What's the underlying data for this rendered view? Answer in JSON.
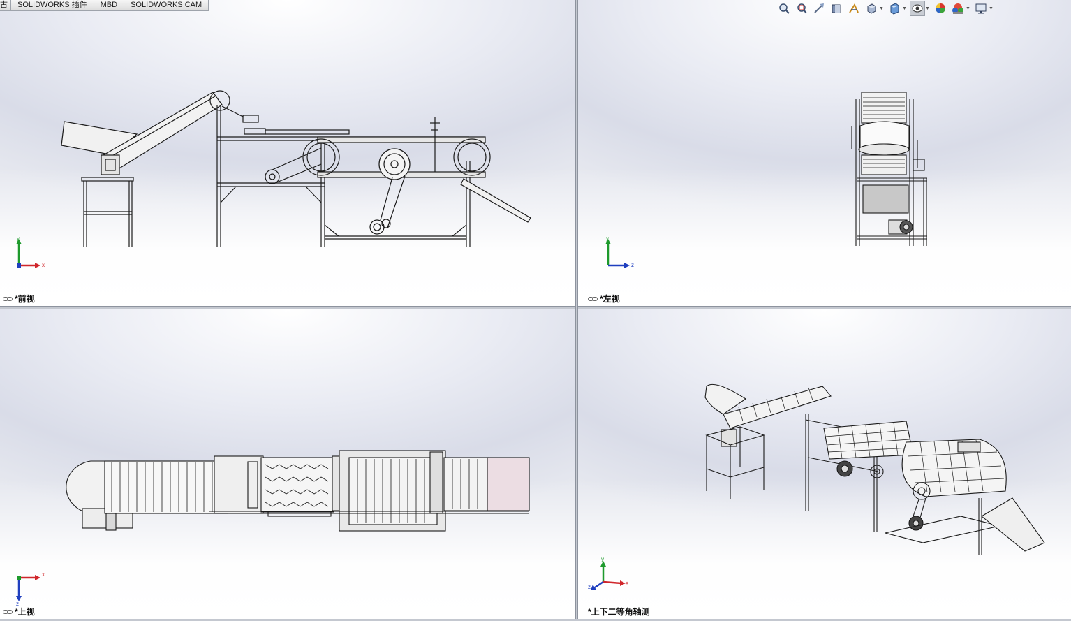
{
  "command_tabs": [
    {
      "label": "古"
    },
    {
      "label": "SOLIDWORKS 插件"
    },
    {
      "label": "MBD"
    },
    {
      "label": "SOLIDWORKS CAM"
    }
  ],
  "heads_up_toolbar": {
    "icons": [
      "zoom-to-fit-icon",
      "zoom-to-area-icon",
      "previous-view-icon",
      "section-view-icon",
      "dynamic-annotation-icon",
      "view-orientation-icon",
      "display-style-icon",
      "hide-show-items-icon",
      "edit-appearance-icon",
      "apply-scene-icon",
      "view-settings-icon"
    ],
    "selected": "hide-show-items-icon"
  },
  "viewports": {
    "front": {
      "label": "*前视",
      "triad": {
        "h": "x",
        "v": "y"
      }
    },
    "left": {
      "label": "*左视",
      "triad": {
        "h": "z",
        "v": "y"
      }
    },
    "top": {
      "label": "*上视",
      "triad": {
        "h": "x",
        "v": "z"
      }
    },
    "iso": {
      "label": "*上下二等角轴测",
      "triad": {
        "h": "x",
        "v": "y",
        "d": "z"
      }
    }
  },
  "colors": {
    "x_axis": "#d0262b",
    "y_axis": "#1e9a2c",
    "z_axis": "#1f3fbf",
    "edge": "#1a1a1a",
    "face": "#eeeeee"
  }
}
